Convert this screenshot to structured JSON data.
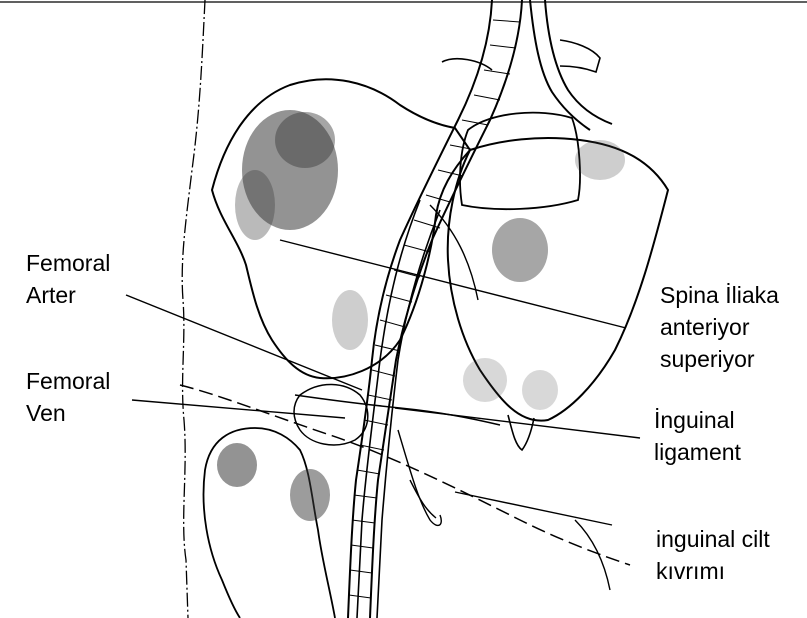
{
  "labels": {
    "femoral_arter": [
      "Femoral",
      "Arter"
    ],
    "femoral_ven": [
      "Femoral",
      "Ven"
    ],
    "spina": [
      "Spina İliaka",
      "anteriyor",
      "superiyor"
    ],
    "inguinal_ligament": [
      "İnguinal",
      "ligament"
    ],
    "inguinal_cilt": [
      "inguinal cilt",
      "kıvrımı"
    ]
  },
  "colors": {
    "ink": "#000000",
    "background": "#ffffff",
    "stipple": "#3a3a3a"
  }
}
